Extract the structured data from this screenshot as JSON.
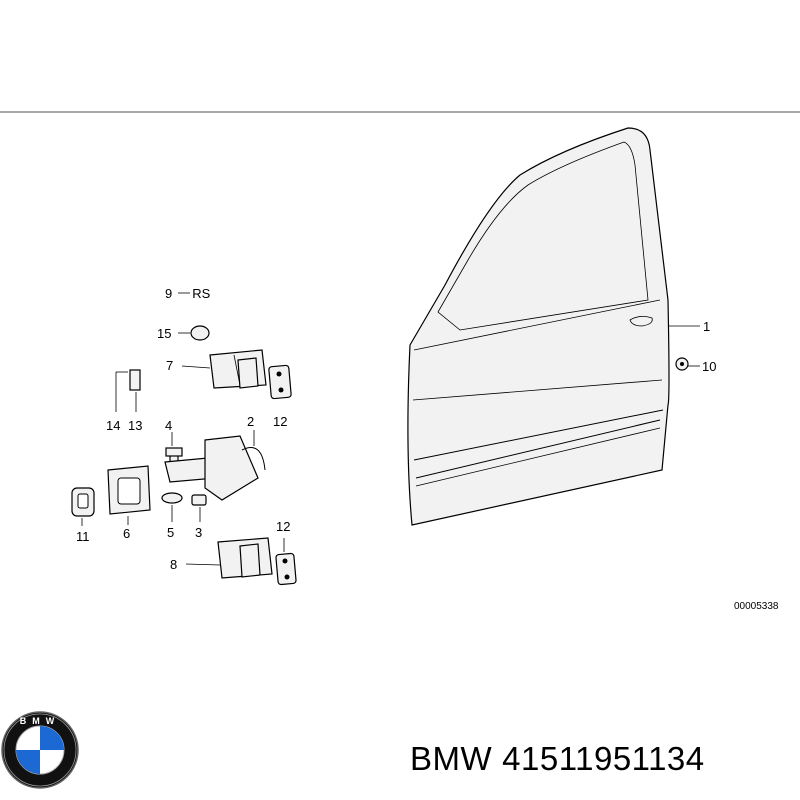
{
  "callouts": {
    "c1": "1",
    "c2": "2",
    "c3": "3",
    "c4": "4",
    "c5": "5",
    "c6": "6",
    "c7": "7",
    "c8": "8",
    "c9": "9",
    "c9_suffix": "RS",
    "c10": "10",
    "c11": "11",
    "c12a": "12",
    "c12b": "12",
    "c13": "13",
    "c14": "14",
    "c15": "15"
  },
  "diagram_ref": "00005338",
  "caption": {
    "brand": "BMW",
    "part_number": "41511951134"
  },
  "logo": {
    "letters": "BMW",
    "colors": {
      "blue": "#1c69d4",
      "white": "#ffffff",
      "ring": "#111111"
    }
  }
}
